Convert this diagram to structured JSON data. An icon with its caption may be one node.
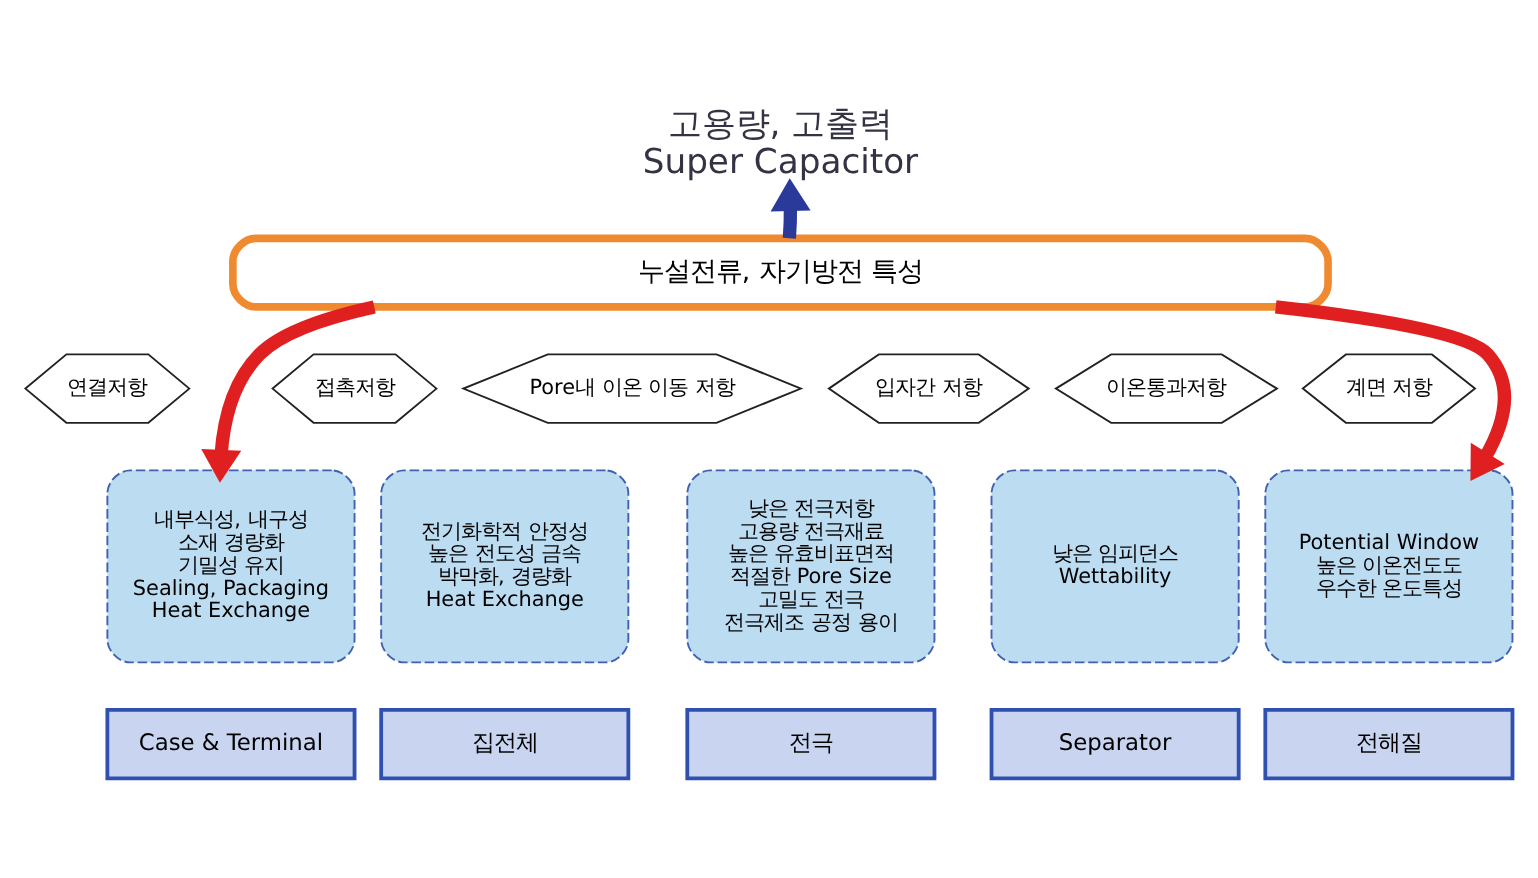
{
  "diagram": {
    "nodes": [
      {
        "text": [
          "고용량, 고출력",
          "Super Capacitor"
        ]
      },
      {
        "text": [
          "누설전류, 자기방전 특성"
        ]
      },
      {
        "text": [
          "Pore내 이온 이동 저항"
        ]
      },
      {
        "text": [
          "이온통과저항"
        ]
      },
      {
        "text": [
          "연결저항"
        ]
      },
      {
        "text": [
          "접촉저항"
        ]
      },
      {
        "text": [
          "입자간 저항"
        ]
      },
      {
        "text": [
          "계면 저항"
        ]
      },
      {
        "text": [
          "내부식성, 내구성",
          "소재 경량화",
          "기밀성 유지",
          "Sealing, Packaging",
          "Heat Exchange"
        ]
      },
      {
        "text": [
          "전기화학적 안정성",
          "높은 전도성 금속",
          "박막화, 경량화",
          "Heat Exchange"
        ]
      },
      {
        "text": [
          "낮은 전극저항",
          "고용량 전극재료",
          "높은 유효비표면적",
          "적절한 Pore Size",
          "고밀도 전극",
          "전극제조 공정 용이"
        ]
      },
      {
        "text": [
          "낮은 임피던스",
          "Wettability"
        ]
      },
      {
        "text": [
          "Potential Window",
          "높은 이온전도도",
          "우수한 온도특성"
        ]
      },
      {
        "text": [
          "Case & Terminal"
        ]
      },
      {
        "text": [
          "집전체"
        ]
      },
      {
        "text": [
          "전극"
        ]
      },
      {
        "text": [
          "Separator"
        ]
      },
      {
        "text": [
          "전해질"
        ]
      }
    ],
    "edges": [
      {
        "from": 1,
        "to": 0,
        "arrow": "to",
        "color": "#2a3a9a"
      },
      {
        "from": 1,
        "to": 8,
        "arrow": "to",
        "color": "#e02020"
      },
      {
        "from": 1,
        "to": 12,
        "arrow": "to",
        "color": "#e02020"
      }
    ]
  }
}
